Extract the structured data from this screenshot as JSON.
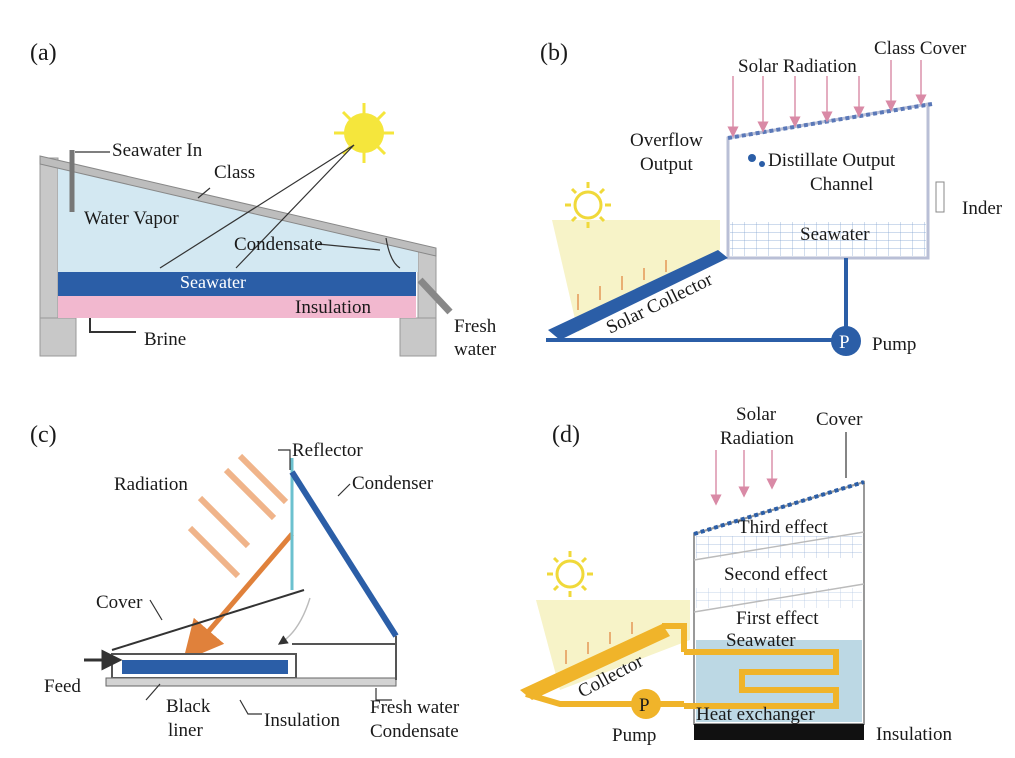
{
  "panels": {
    "a": {
      "letter": "(a)",
      "labels": {
        "seawater_in": "Seawater In",
        "class": "Class",
        "water_vapor": "Water Vapor",
        "condensate": "Condensate",
        "seawater": "Seawater",
        "insulation": "Insulation",
        "brine": "Brine",
        "fresh": "Fresh",
        "water": "water"
      }
    },
    "b": {
      "letter": "(b)",
      "labels": {
        "class_cover": "Class Cover",
        "solar_radiation": "Solar Radiation",
        "overflow": "Overflow",
        "output": "Output",
        "distillate_output": "Distillate Output",
        "channel": "Channel",
        "inder": "Inder",
        "seawater": "Seawater",
        "solar_collector": "Solar Collector",
        "pump_symbol": "P",
        "pump": "Pump"
      }
    },
    "c": {
      "letter": "(c)",
      "labels": {
        "reflector": "Reflector",
        "radiation": "Radiation",
        "condenser": "Condenser",
        "cover": "Cover",
        "feed": "Feed",
        "black": "Black",
        "liner": "liner",
        "insulation": "Insulation",
        "fresh_water": "Fresh water",
        "condensate": "Condensate"
      }
    },
    "d": {
      "letter": "(d)",
      "labels": {
        "solar": "Solar",
        "radiation": "Radiation",
        "cover": "Cover",
        "third_effect": "Third effect",
        "second_effect": "Second effect",
        "first_effect": "First effect",
        "seawater": "Seawater",
        "collector": "Collector",
        "pump_symbol": "P",
        "pump": "Pump",
        "heat_exchanger": "Heat exchanger",
        "insulation": "Insulation"
      }
    }
  },
  "colors": {
    "dark_blue": "#2b5ea7",
    "light_blue": "#d3e8f2",
    "pink": "#f2b8cf",
    "gray": "#b5b5b5",
    "sun": "#f5e63c",
    "orange": "#e0813b",
    "yellow_pipe": "#f0b42a",
    "pale_yellow": "#f7f3c8"
  }
}
